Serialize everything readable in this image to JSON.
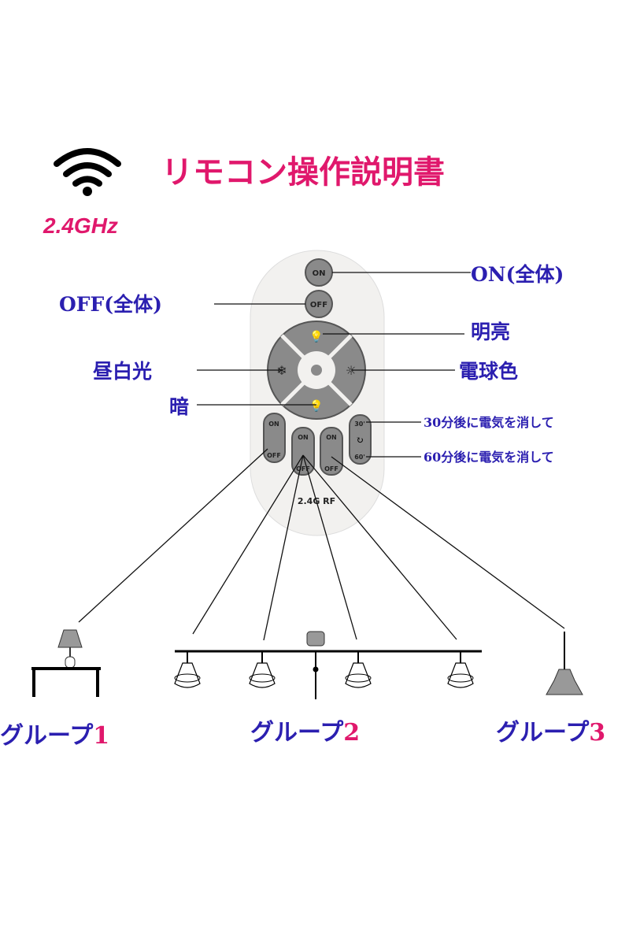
{
  "title": "リモコン操作説明書",
  "frequency": "2.4GHz",
  "colors": {
    "title": "#e0186c",
    "label": "#2b1fb0",
    "button": "#8a8a8a",
    "remote": "#f2f1ef"
  },
  "remote": {
    "on": "ON",
    "off": "OFF",
    "brand": "2.4G RF",
    "timer_30": "30'",
    "timer_60": "60'"
  },
  "callouts": {
    "on_all": "ON(全体)",
    "off_all": "OFF(全体)",
    "bright": "明亮",
    "daylight": "昼白光",
    "warm": "電球色",
    "dim": "暗",
    "timer30": "30分後に電気を消して",
    "timer60": "60分後に電気を消して"
  },
  "groups": [
    {
      "text": "グループ",
      "num": "1"
    },
    {
      "text": "グループ",
      "num": "2"
    },
    {
      "text": "グループ",
      "num": "3"
    }
  ]
}
